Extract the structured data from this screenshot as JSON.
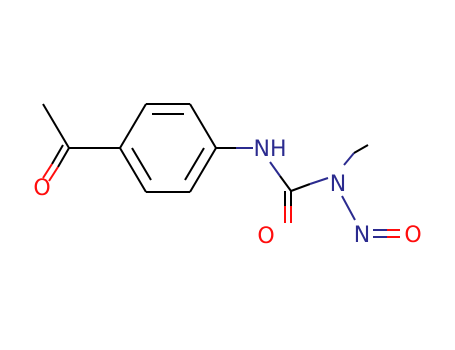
{
  "molecule": {
    "atom_labels": {
      "ketone_oxygen": "O",
      "amide_nitrogen": "NH",
      "urea_oxygen": "O",
      "methyl_nitrogen": "N",
      "nitroso_nitrogen": "N",
      "nitroso_oxygen": "O"
    }
  },
  "colors": {
    "bond": "#000000",
    "nitrogen": "#2b2b8f",
    "oxygen": "#ff0d0d",
    "background": "#ffffff"
  }
}
